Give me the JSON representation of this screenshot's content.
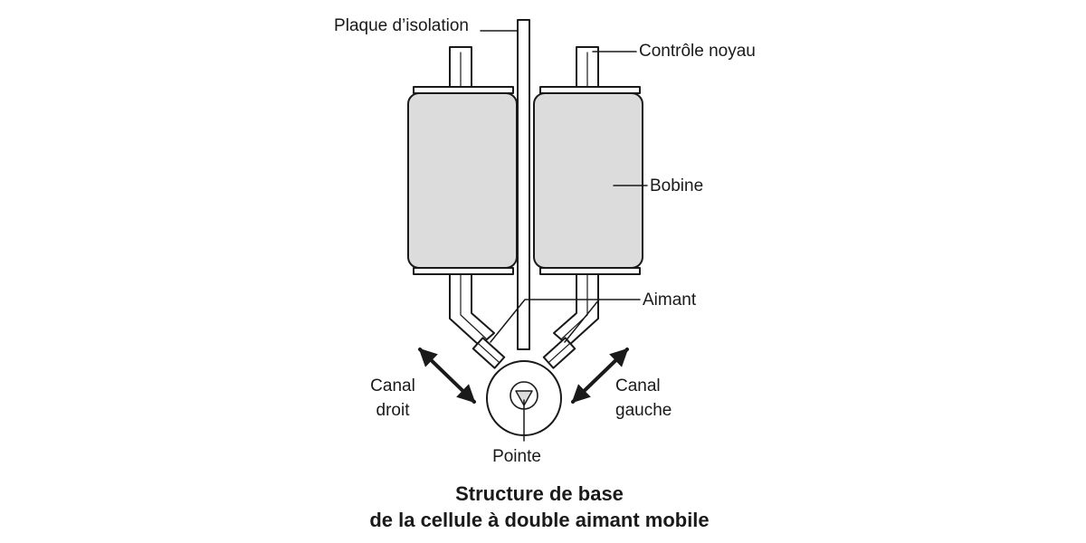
{
  "labels": {
    "isolation_plate": "Plaque d’isolation",
    "core_control": "Contrôle noyau",
    "coil": "Bobine",
    "magnet": "Aimant",
    "right_channel_line1": "Canal",
    "right_channel_line2": "droit",
    "left_channel_line1": "Canal",
    "left_channel_line2": "gauche",
    "tip": "Pointe"
  },
  "caption": {
    "line1": "Structure de base",
    "line2": "de la cellule à double aimant mobile"
  },
  "colors": {
    "outline": "#1a1a1a",
    "coil_fill": "#dcdcdc",
    "background": "#ffffff"
  }
}
